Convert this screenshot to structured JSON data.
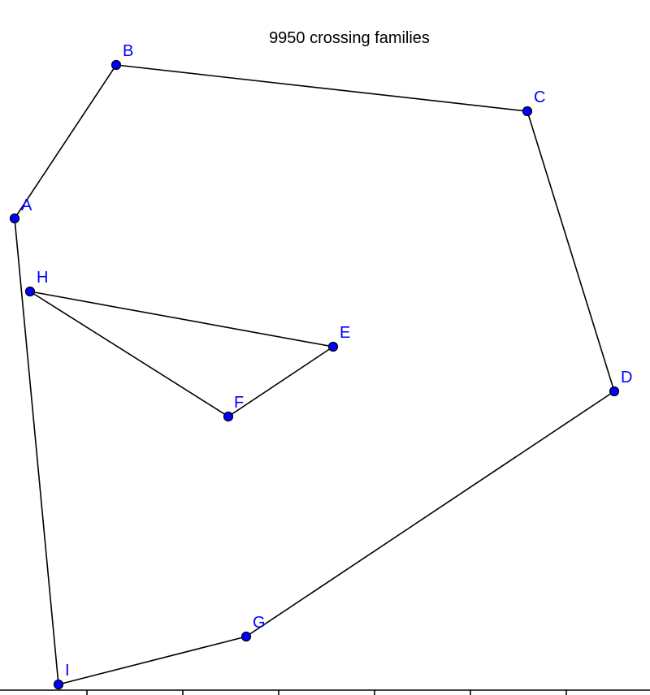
{
  "diagram": {
    "caption": "9950 crossing families",
    "colors": {
      "point_fill": "#0000ff",
      "label": "#0000ff",
      "edge": "#000000"
    },
    "points": [
      {
        "id": "A",
        "label": "A"
      },
      {
        "id": "B",
        "label": "B"
      },
      {
        "id": "C",
        "label": "C"
      },
      {
        "id": "D",
        "label": "D"
      },
      {
        "id": "E",
        "label": "E"
      },
      {
        "id": "F",
        "label": "F"
      },
      {
        "id": "G",
        "label": "G"
      },
      {
        "id": "H",
        "label": "H"
      },
      {
        "id": "I",
        "label": "I"
      }
    ],
    "edges": [
      [
        "A",
        "B"
      ],
      [
        "B",
        "C"
      ],
      [
        "C",
        "D"
      ],
      [
        "D",
        "G"
      ],
      [
        "G",
        "I"
      ],
      [
        "I",
        "A"
      ],
      [
        "H",
        "E"
      ],
      [
        "E",
        "F"
      ],
      [
        "F",
        "H"
      ]
    ]
  }
}
